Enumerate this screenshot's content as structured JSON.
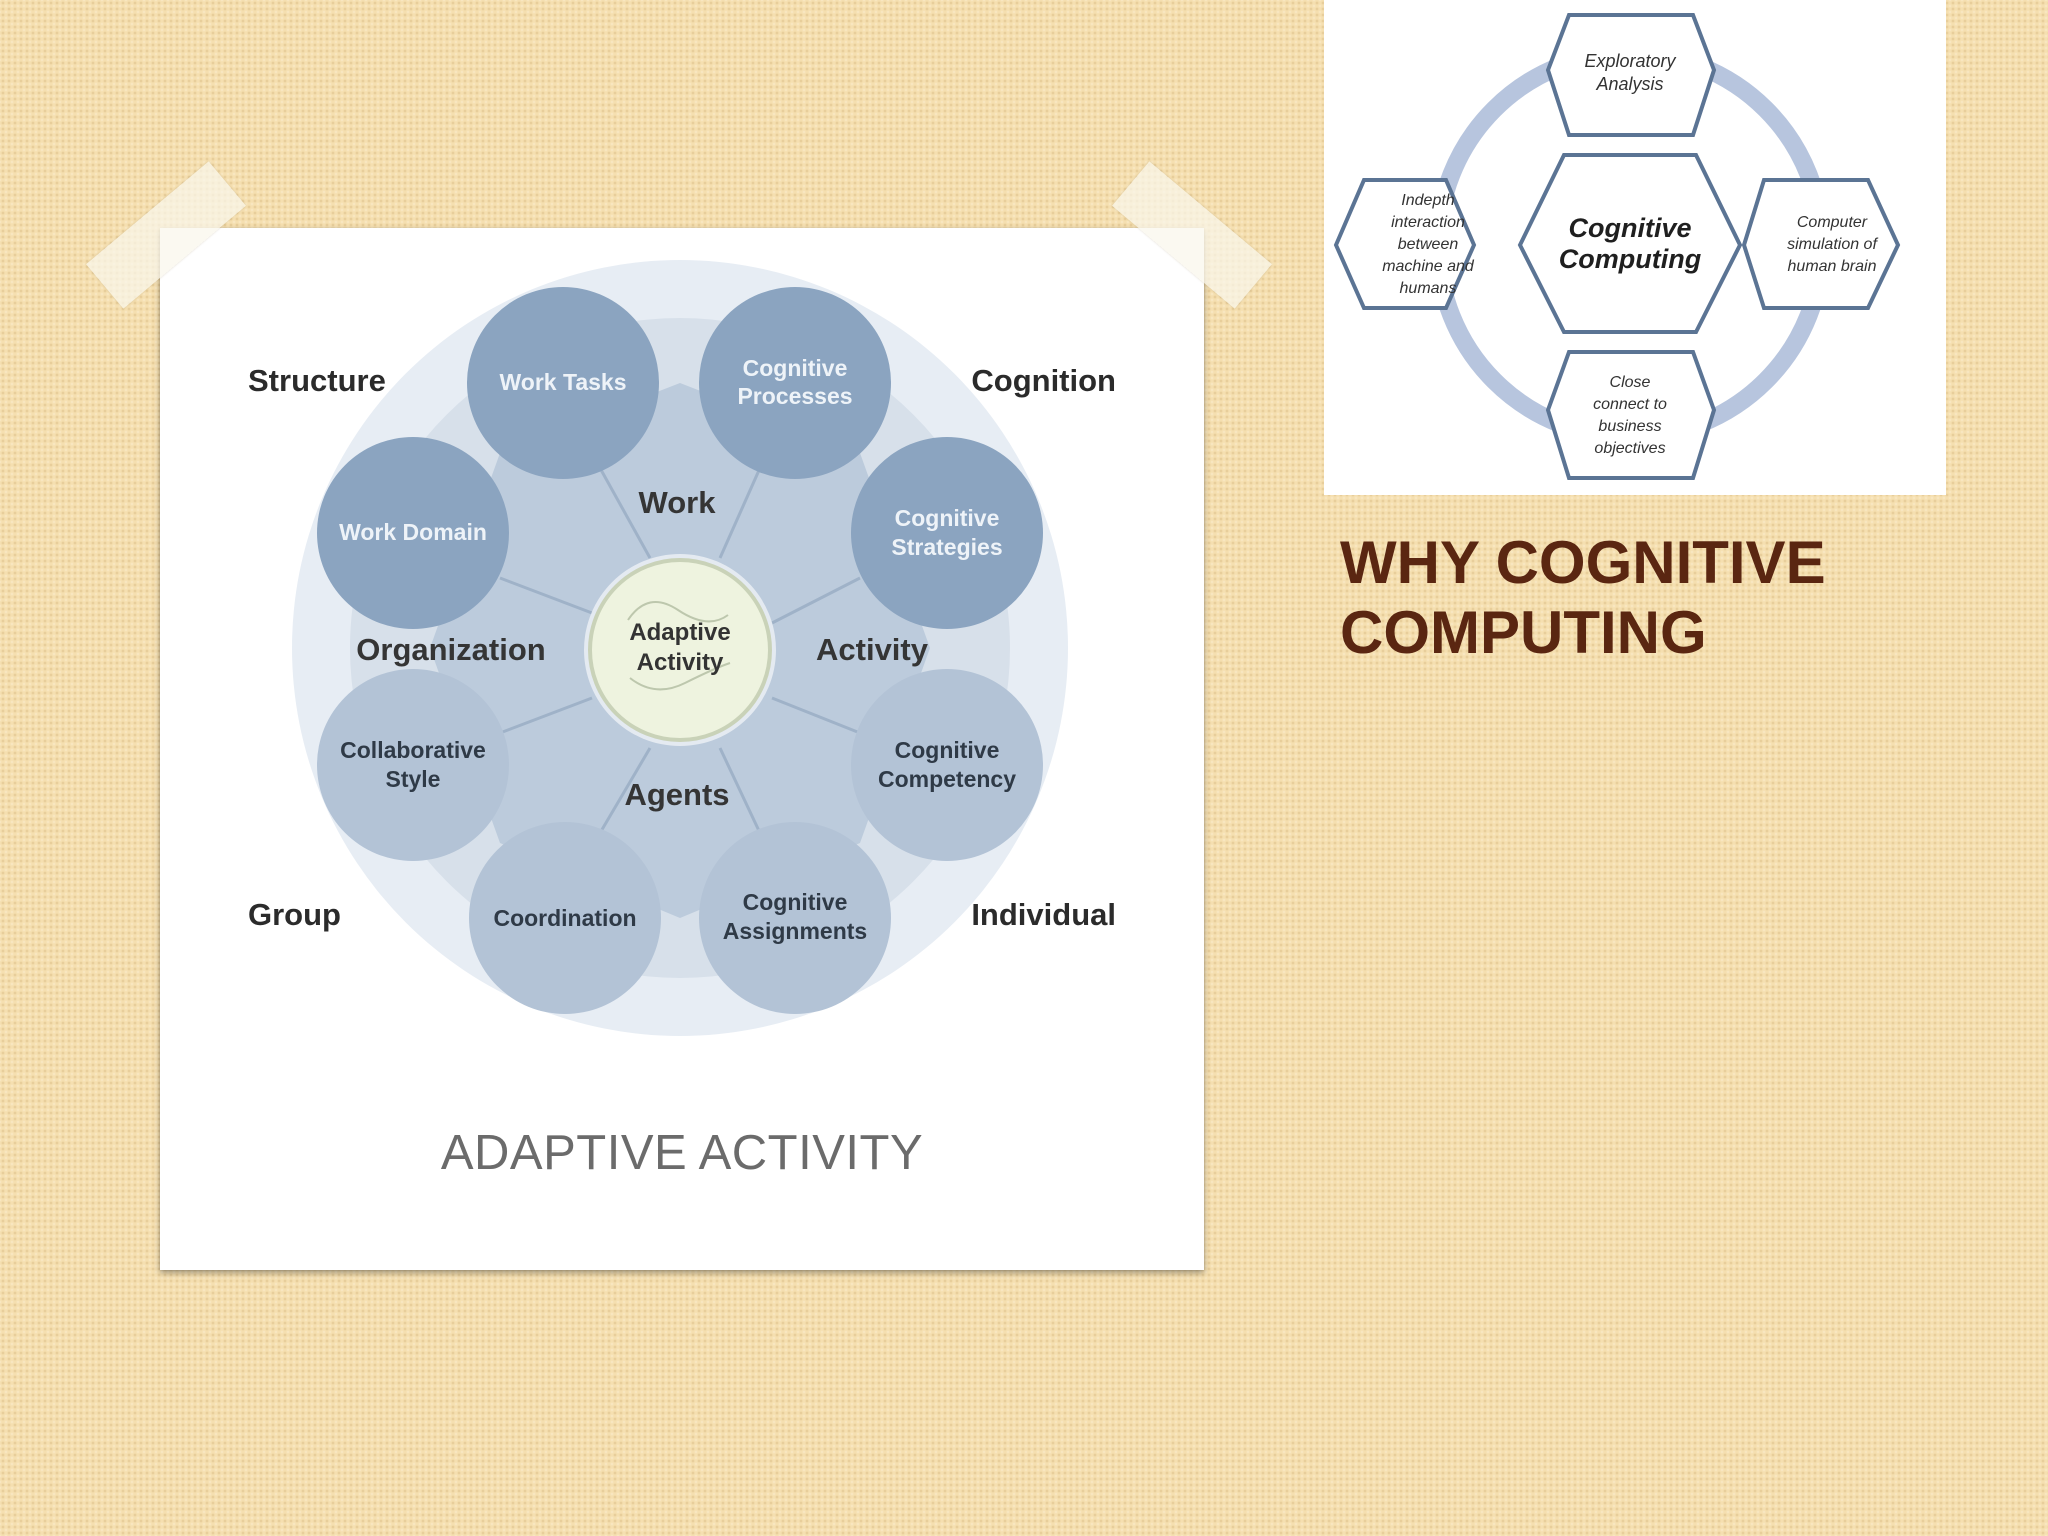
{
  "slide": {
    "title_line1": "WHY COGNITIVE",
    "title_line2": "COMPUTING",
    "colors": {
      "title": "#5a2611",
      "background": "#f5dfb0",
      "caption": "#6b6b6b"
    }
  },
  "adaptive_diagram": {
    "caption": "ADAPTIVE ACTIVITY",
    "center": {
      "line1": "Adaptive",
      "line2": "Activity"
    },
    "corner_labels": {
      "top_left": "Structure",
      "top_right": "Cognition",
      "bottom_left": "Group",
      "bottom_right": "Individual"
    },
    "sector_labels": {
      "top": "Work",
      "left": "Organization",
      "right": "Activity",
      "bottom": "Agents"
    },
    "nodes": {
      "work_tasks": {
        "line1": "Work Tasks",
        "line2": ""
      },
      "cognitive_processes": {
        "line1": "Cognitive",
        "line2": "Processes"
      },
      "work_domain": {
        "line1": "Work Domain",
        "line2": ""
      },
      "cognitive_strategies": {
        "line1": "Cognitive",
        "line2": "Strategies"
      },
      "collaborative_style": {
        "line1": "Collaborative",
        "line2": "Style"
      },
      "cognitive_competency": {
        "line1": "Cognitive",
        "line2": "Competency"
      },
      "coordination": {
        "line1": "Coordination",
        "line2": ""
      },
      "cognitive_assignments": {
        "line1": "Cognitive",
        "line2": "Assignments"
      }
    }
  },
  "cognitive_computing_diagram": {
    "center": {
      "line1": "Cognitive",
      "line2": "Computing"
    },
    "top": {
      "line1": "Exploratory",
      "line2": "Analysis"
    },
    "left": {
      "line1": "Indepth",
      "line2": "interaction",
      "line3": "between",
      "line4": "machine and",
      "line5": "humans"
    },
    "right": {
      "line1": "Computer",
      "line2": "simulation of",
      "line3": "human brain"
    },
    "bottom": {
      "line1": "Close",
      "line2": "connect to",
      "line3": "business",
      "line4": "objectives"
    }
  }
}
